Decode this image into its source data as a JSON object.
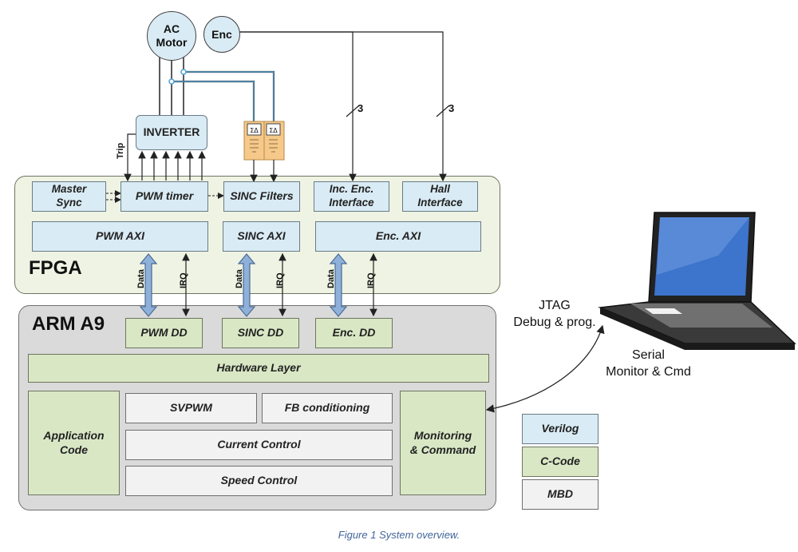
{
  "motor": {
    "label": "AC\nMotor"
  },
  "encoder": {
    "label": "Enc"
  },
  "inverter": {
    "label": "INVERTER"
  },
  "trip_label": "Trip",
  "bus_width_a": "3",
  "bus_width_b": "3",
  "fpga": {
    "title": "FPGA",
    "master_sync": "Master\nSync",
    "pwm_timer": "PWM timer",
    "sinc_filters": "SINC Filters",
    "inc_enc": "Inc. Enc.\nInterface",
    "hall": "Hall\nInterface",
    "pwm_axi": "PWM AXI",
    "sinc_axi": "SINC AXI",
    "enc_axi": "Enc.  AXI"
  },
  "bus_labels": {
    "data": "Data",
    "irq": "IRQ"
  },
  "arm": {
    "title": "ARM A9",
    "pwm_dd": "PWM DD",
    "sinc_dd": "SINC DD",
    "enc_dd": "Enc. DD",
    "hardware_layer": "Hardware Layer",
    "application_code": "Application\nCode",
    "svpwm": "SVPWM",
    "fb_conditioning": "FB conditioning",
    "current_control": "Current Control",
    "speed_control": "Speed Control",
    "monitoring": "Monitoring\n& Command"
  },
  "jtag": "JTAG\nDebug & prog.",
  "serial": "Serial\nMonitor & Cmd",
  "legend": {
    "verilog": "Verilog",
    "ccode": "C-Code",
    "mbd": "MBD"
  },
  "sigma_delta_symbol": "ΣΔ",
  "caption": "Figure 1 System overview."
}
